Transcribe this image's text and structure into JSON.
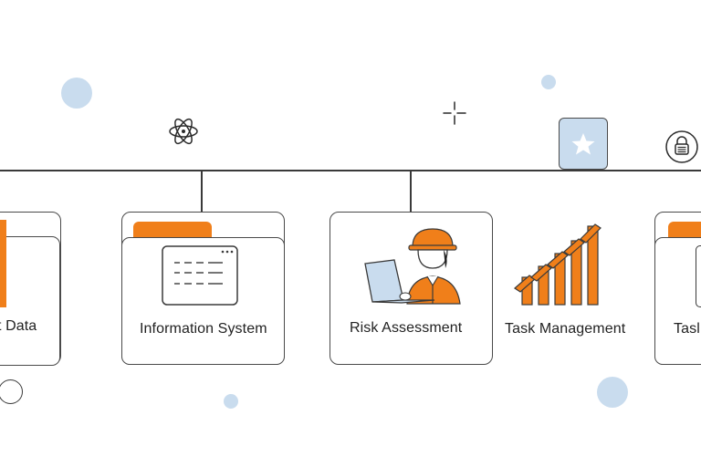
{
  "cards": [
    {
      "label": "t Data"
    },
    {
      "label": "Information System"
    },
    {
      "label": "Risk Assessment"
    },
    {
      "label": "Task Management"
    },
    {
      "label": "Tasl"
    }
  ],
  "colors": {
    "accent": "#f07f1a",
    "soft_blue": "#c9dcee",
    "line": "#3a3a3a"
  },
  "icons": [
    "atom-icon",
    "sparkle-plus-icon",
    "star-icon",
    "lock-icon",
    "worker-laptop-icon",
    "bar-growth-icon",
    "document-window-icon"
  ]
}
